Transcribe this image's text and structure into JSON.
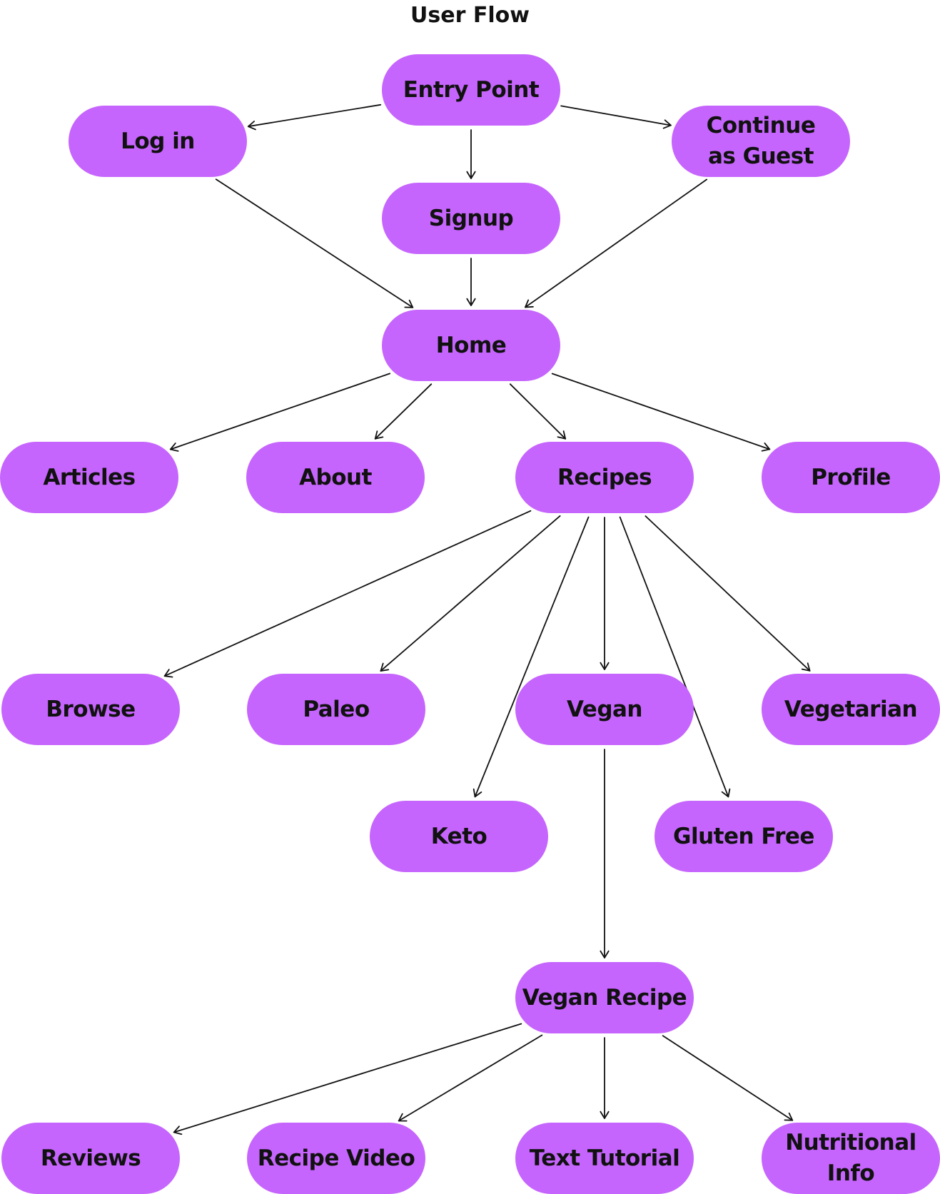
{
  "title": "User Flow",
  "colors": {
    "node_fill": "#c665fd",
    "text": "#111111",
    "edge": "#111111",
    "background": "#ffffff"
  },
  "nodes": {
    "entry_point": {
      "label": "Entry Point"
    },
    "log_in": {
      "label": "Log in"
    },
    "signup": {
      "label": "Signup"
    },
    "continue_as_guest": {
      "label_line1": "Continue",
      "label_line2": "as Guest"
    },
    "home": {
      "label": "Home"
    },
    "articles": {
      "label": "Articles"
    },
    "about": {
      "label": "About"
    },
    "recipes": {
      "label": "Recipes"
    },
    "profile": {
      "label": "Profile"
    },
    "browse": {
      "label": "Browse"
    },
    "paleo": {
      "label": "Paleo"
    },
    "vegan": {
      "label": "Vegan"
    },
    "vegetarian": {
      "label": "Vegetarian"
    },
    "keto": {
      "label": "Keto"
    },
    "gluten_free": {
      "label": "Gluten Free"
    },
    "vegan_recipe": {
      "label": "Vegan Recipe"
    },
    "reviews": {
      "label": "Reviews"
    },
    "recipe_video": {
      "label": "Recipe Video"
    },
    "text_tutorial": {
      "label": "Text Tutorial"
    },
    "nutritional_info": {
      "label_line1": "Nutritional",
      "label_line2": "Info"
    }
  },
  "edges": [
    {
      "from": "entry_point",
      "to": "log_in"
    },
    {
      "from": "entry_point",
      "to": "signup"
    },
    {
      "from": "entry_point",
      "to": "continue_as_guest"
    },
    {
      "from": "log_in",
      "to": "home"
    },
    {
      "from": "signup",
      "to": "home"
    },
    {
      "from": "continue_as_guest",
      "to": "home"
    },
    {
      "from": "home",
      "to": "articles"
    },
    {
      "from": "home",
      "to": "about"
    },
    {
      "from": "home",
      "to": "recipes"
    },
    {
      "from": "home",
      "to": "profile"
    },
    {
      "from": "recipes",
      "to": "browse"
    },
    {
      "from": "recipes",
      "to": "paleo"
    },
    {
      "from": "recipes",
      "to": "keto"
    },
    {
      "from": "recipes",
      "to": "vegan"
    },
    {
      "from": "recipes",
      "to": "gluten_free"
    },
    {
      "from": "recipes",
      "to": "vegetarian"
    },
    {
      "from": "vegan",
      "to": "vegan_recipe"
    },
    {
      "from": "vegan_recipe",
      "to": "reviews"
    },
    {
      "from": "vegan_recipe",
      "to": "recipe_video"
    },
    {
      "from": "vegan_recipe",
      "to": "text_tutorial"
    },
    {
      "from": "vegan_recipe",
      "to": "nutritional_info"
    }
  ]
}
